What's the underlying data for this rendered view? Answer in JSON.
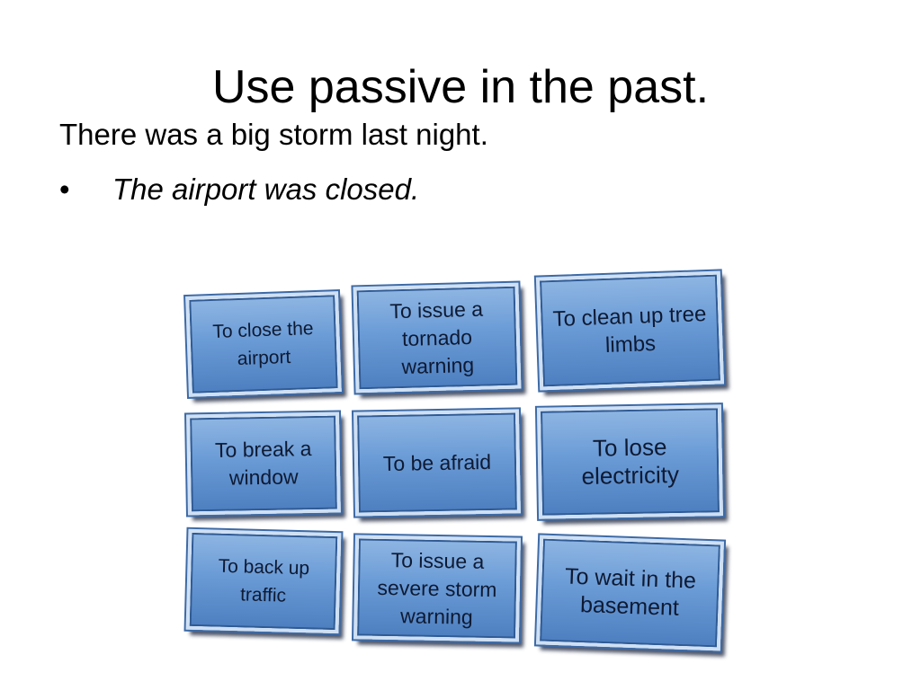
{
  "slide": {
    "title": "Use passive in the past.",
    "intro": "There was a big storm last night.",
    "bullet": {
      "marker": "•",
      "text": "The airport was closed."
    }
  },
  "cards": [
    "To close the airport",
    "To issue a tornado warning",
    "To clean up tree limbs",
    "To break a window",
    "To be afraid",
    "To lose electricity",
    "To back up traffic",
    "To issue a severe storm warning",
    "To wait in the basement"
  ],
  "colors": {
    "card_fill": "#6a9bd6",
    "card_border": "#cfe0f4",
    "text": "#000000"
  }
}
